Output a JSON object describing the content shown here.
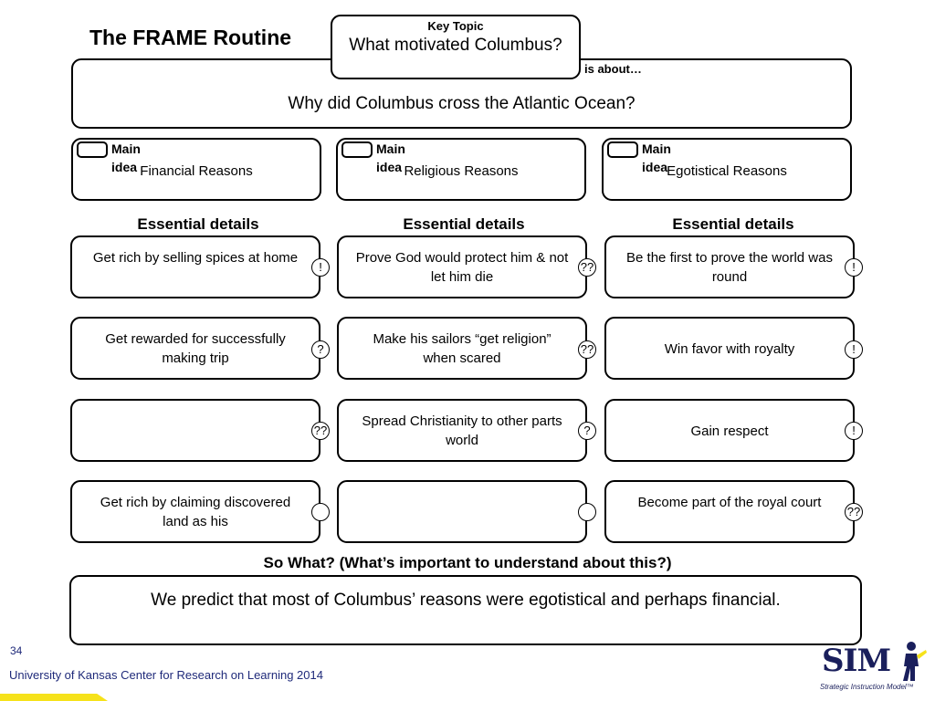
{
  "title": "The FRAME Routine",
  "key_topic": {
    "label": "Key Topic",
    "value": "What motivated Columbus?"
  },
  "is_about": "is about…",
  "question": "Why did Columbus cross the Atlantic Ocean?",
  "main_idea_label": "Main idea",
  "main_ideas": [
    "Financial Reasons",
    "Religious Reasons",
    "Egotistical Reasons"
  ],
  "essential_details_label": "Essential details",
  "columns": [
    {
      "details": [
        {
          "text": "Get rich by selling spices at home",
          "mark": "!"
        },
        {
          "text": "Get rewarded for successfully making trip",
          "mark": "?"
        },
        {
          "text": "",
          "mark": "??"
        },
        {
          "text": "Get rich by claiming discovered land as his",
          "mark": ""
        }
      ]
    },
    {
      "details": [
        {
          "text": "Prove God would protect him & not let him die",
          "mark": "??"
        },
        {
          "text": "Make his sailors “get religion” when scared",
          "mark": "??"
        },
        {
          "text": "Spread Christianity to other parts world",
          "mark": "?"
        },
        {
          "text": "",
          "mark": ""
        }
      ]
    },
    {
      "details": [
        {
          "text": "Be the first to prove the world was round",
          "mark": "!"
        },
        {
          "text": "Win favor with royalty",
          "mark": "!"
        },
        {
          "text": "Gain respect",
          "mark": "!"
        },
        {
          "text": "Become part of the royal court",
          "mark": "??"
        }
      ]
    }
  ],
  "so_what": "So What? (What’s important to understand about this?)",
  "answer": "We predict that most of Columbus’ reasons were egotistical and perhaps financial.",
  "page_number": "34",
  "footer": "University of Kansas Center for Research on Learning  2014",
  "logo": {
    "text": "SIM",
    "subtitle": "Strategic Instruction Model™"
  },
  "colors": {
    "footer_text": "#1f2a7a",
    "footer_bar": "#f6e21a",
    "logo": "#1a1f5c"
  }
}
